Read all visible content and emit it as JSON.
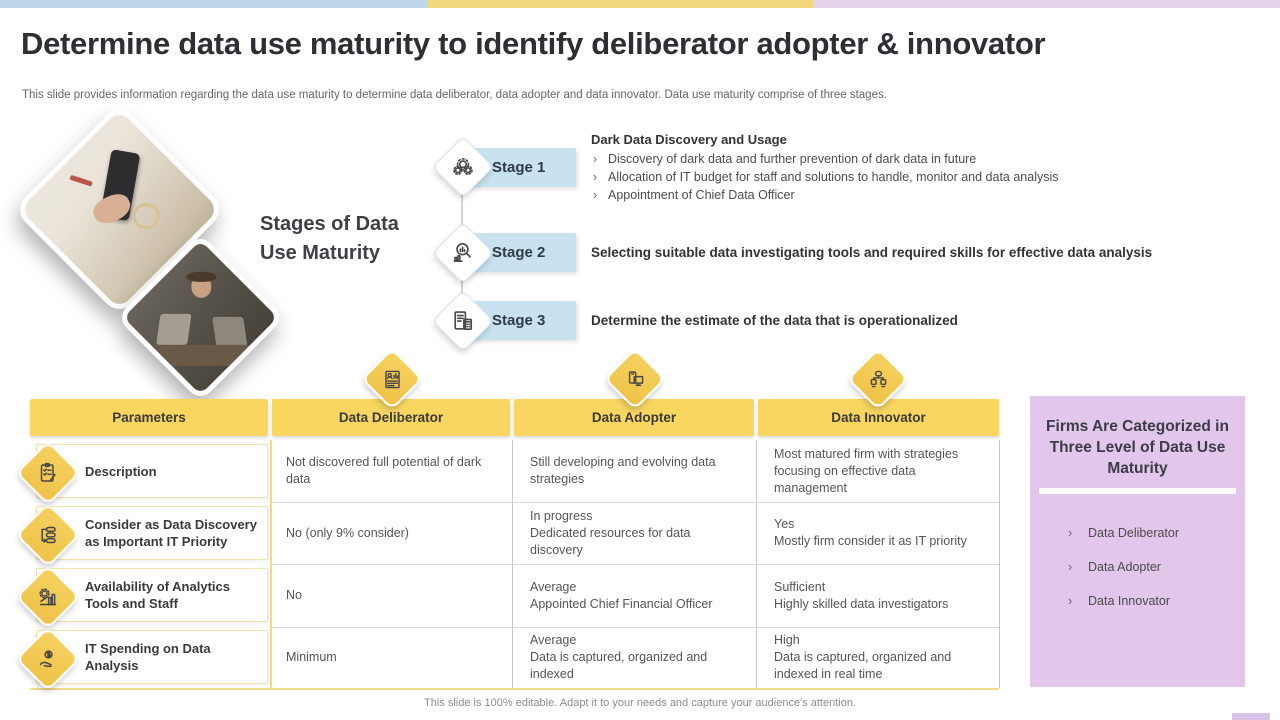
{
  "top_bar": {
    "blue": "#BDD7E8",
    "yellow": "#F3D77D",
    "lavender": "#E4D3EB"
  },
  "slide": {
    "title": "Determine data use maturity to identify deliberator adopter & innovator",
    "subtitle": "This slide provides information regarding the data use maturity to determine data deliberator, data adopter and data innovator. Data use maturity comprise of three stages.",
    "footer": "This slide is 100% editable. Adapt it to your needs and capture your audience's attention."
  },
  "stages_section": {
    "heading": "Stages of Data Use Maturity",
    "stages": [
      {
        "label": "Stage 1",
        "icon": "gears-icon",
        "heading": "Dark Data Discovery and Usage",
        "bullets": [
          "Discovery of dark data and further prevention of dark data in future",
          "Allocation of IT budget for staff and solutions to handle, monitor and data analysis",
          "Appointment of Chief Data Officer"
        ]
      },
      {
        "label": "Stage 2",
        "icon": "magnifier-analytics-icon",
        "text": "Selecting suitable data investigating tools and required skills for effective data analysis"
      },
      {
        "label": "Stage 3",
        "icon": "document-calculator-icon",
        "text": "Determine the estimate of the data that is operationalized"
      }
    ]
  },
  "table": {
    "headers": [
      "Parameters",
      "Data Deliberator",
      "Data Adopter",
      "Data Innovator"
    ],
    "column_icons": [
      "report-person-icon",
      "devices-icon",
      "hierarchy-icon"
    ],
    "rows": [
      {
        "icon": "checklist-icon",
        "parameter": "Description",
        "deliberator": "Not discovered full potential of dark data",
        "adopter": "Still developing and evolving data strategies",
        "innovator": "Most matured firm with strategies focusing on effective data management"
      },
      {
        "icon": "workflow-icon",
        "parameter": "Consider as Data Discovery as Important IT Priority",
        "deliberator": "No (only 9% consider)",
        "adopter": "In progress\nDedicated resources for data discovery",
        "innovator": "Yes\nMostly firm consider it as IT priority"
      },
      {
        "icon": "analytics-tools-icon",
        "parameter": "Availability of Analytics Tools and Staff",
        "deliberator": "No",
        "adopter": "Average\nAppointed Chief Financial Officer",
        "innovator": "Sufficient\nHighly skilled data investigators"
      },
      {
        "icon": "hand-coin-icon",
        "parameter": "IT Spending on Data Analysis",
        "deliberator": "Minimum",
        "adopter": "Average\nData is captured, organized and indexed",
        "innovator": "High\nData is captured, organized and indexed in real time"
      }
    ]
  },
  "side_panel": {
    "title": "Firms Are Categorized in Three Level of Data Use Maturity",
    "items": [
      "Data Deliberator",
      "Data Adopter",
      "Data Innovator"
    ]
  },
  "colors": {
    "accent_yellow": "#F8D660",
    "accent_blue": "#C8E2EF",
    "accent_purple": "#E2C6EC"
  }
}
